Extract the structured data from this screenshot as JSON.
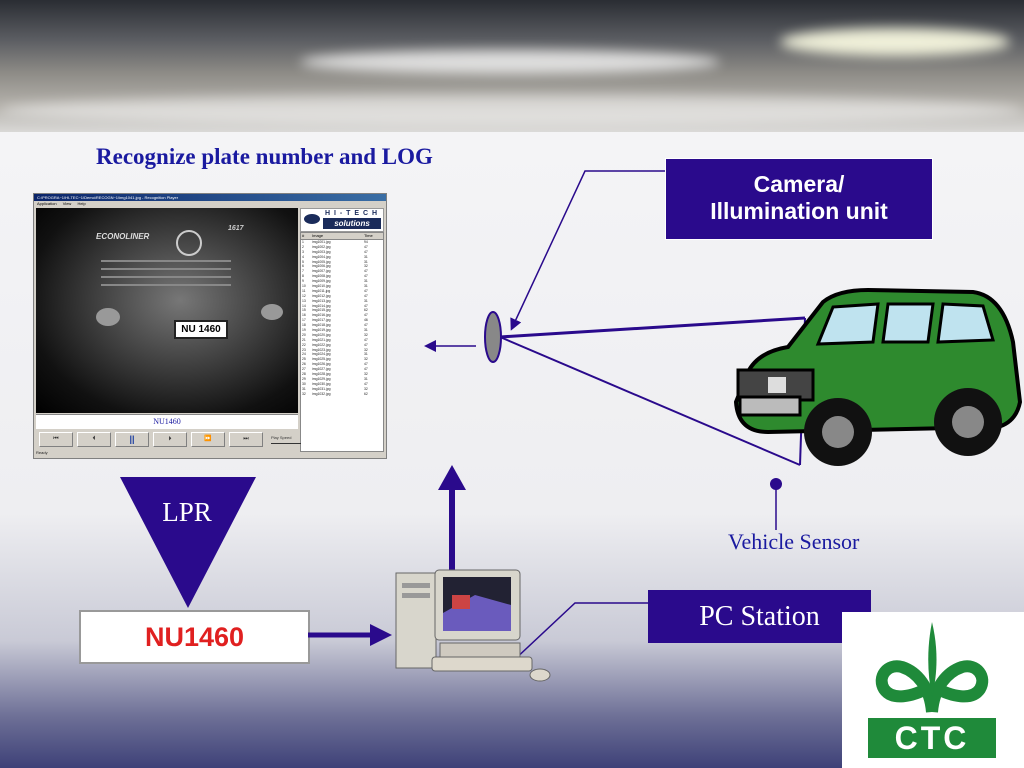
{
  "slide": {
    "title": "Recognize plate number and LOG",
    "camera_label_line1": "Camera/",
    "camera_label_line2": "Illumination unit",
    "lpr_label": "LPR",
    "plate_result": "NU1460",
    "vehicle_sensor_label": "Vehicle Sensor",
    "pc_station_label": "PC Station",
    "company_logo_text": "CTC"
  },
  "player": {
    "title": "C:\\PROGRA~1\\HI-TEC~1\\Demo\\RECOGN~1\\img1041.jpg - Recognition Player",
    "menu": [
      "Application",
      "View",
      "Help"
    ],
    "brand_top": "H I - T E C H",
    "brand_bottom": "solutions",
    "truck_name": "ECONOLINER",
    "truck_model": "1617",
    "plate_in_image": "NU 1460",
    "result": "NU1460",
    "controls": [
      "⏮",
      "⏴",
      "||",
      "⏵",
      "⏩",
      "⏭"
    ],
    "play_speed_label": "Play Speed",
    "status": "Ready",
    "list_headers": [
      "#",
      "Image",
      "Time"
    ],
    "list_rows": [
      [
        "1",
        "img1001.jpg",
        "94"
      ],
      [
        "2",
        "img1002.jpg",
        "47"
      ],
      [
        "3",
        "img1003.jpg",
        "47"
      ],
      [
        "4",
        "img1004.jpg",
        "31"
      ],
      [
        "5",
        "img1005.jpg",
        "31"
      ],
      [
        "6",
        "img1006.jpg",
        "32"
      ],
      [
        "7",
        "img1007.jpg",
        "47"
      ],
      [
        "8",
        "img1008.jpg",
        "47"
      ],
      [
        "9",
        "img1009.jpg",
        "31"
      ],
      [
        "10",
        "img1010.jpg",
        "31"
      ],
      [
        "11",
        "img1011.jpg",
        "47"
      ],
      [
        "12",
        "img1012.jpg",
        "47"
      ],
      [
        "13",
        "img1013.jpg",
        "31"
      ],
      [
        "14",
        "img1014.jpg",
        "47"
      ],
      [
        "15",
        "img1015.jpg",
        "62"
      ],
      [
        "16",
        "img1016.jpg",
        "47"
      ],
      [
        "17",
        "img1017.jpg",
        "46"
      ],
      [
        "18",
        "img1018.jpg",
        "47"
      ],
      [
        "19",
        "img1019.jpg",
        "31"
      ],
      [
        "20",
        "img1020.jpg",
        "32"
      ],
      [
        "21",
        "img1021.jpg",
        "47"
      ],
      [
        "22",
        "img1022.jpg",
        "47"
      ],
      [
        "23",
        "img1023.jpg",
        "32"
      ],
      [
        "24",
        "img1024.jpg",
        "31"
      ],
      [
        "25",
        "img1025.jpg",
        "32"
      ],
      [
        "26",
        "img1026.jpg",
        "47"
      ],
      [
        "27",
        "img1027.jpg",
        "47"
      ],
      [
        "28",
        "img1028.jpg",
        "32"
      ],
      [
        "29",
        "img1029.jpg",
        "31"
      ],
      [
        "30",
        "img1030.jpg",
        "47"
      ],
      [
        "31",
        "img1031.jpg",
        "32"
      ],
      [
        "32",
        "img1032.jpg",
        "62"
      ]
    ]
  },
  "colors": {
    "accent_purple": "#2a0a8c",
    "plate_red": "#e02020",
    "text_blue": "#1a1aa0",
    "car_green": "#2e8a2e",
    "logo_green": "#1f8a3a"
  }
}
